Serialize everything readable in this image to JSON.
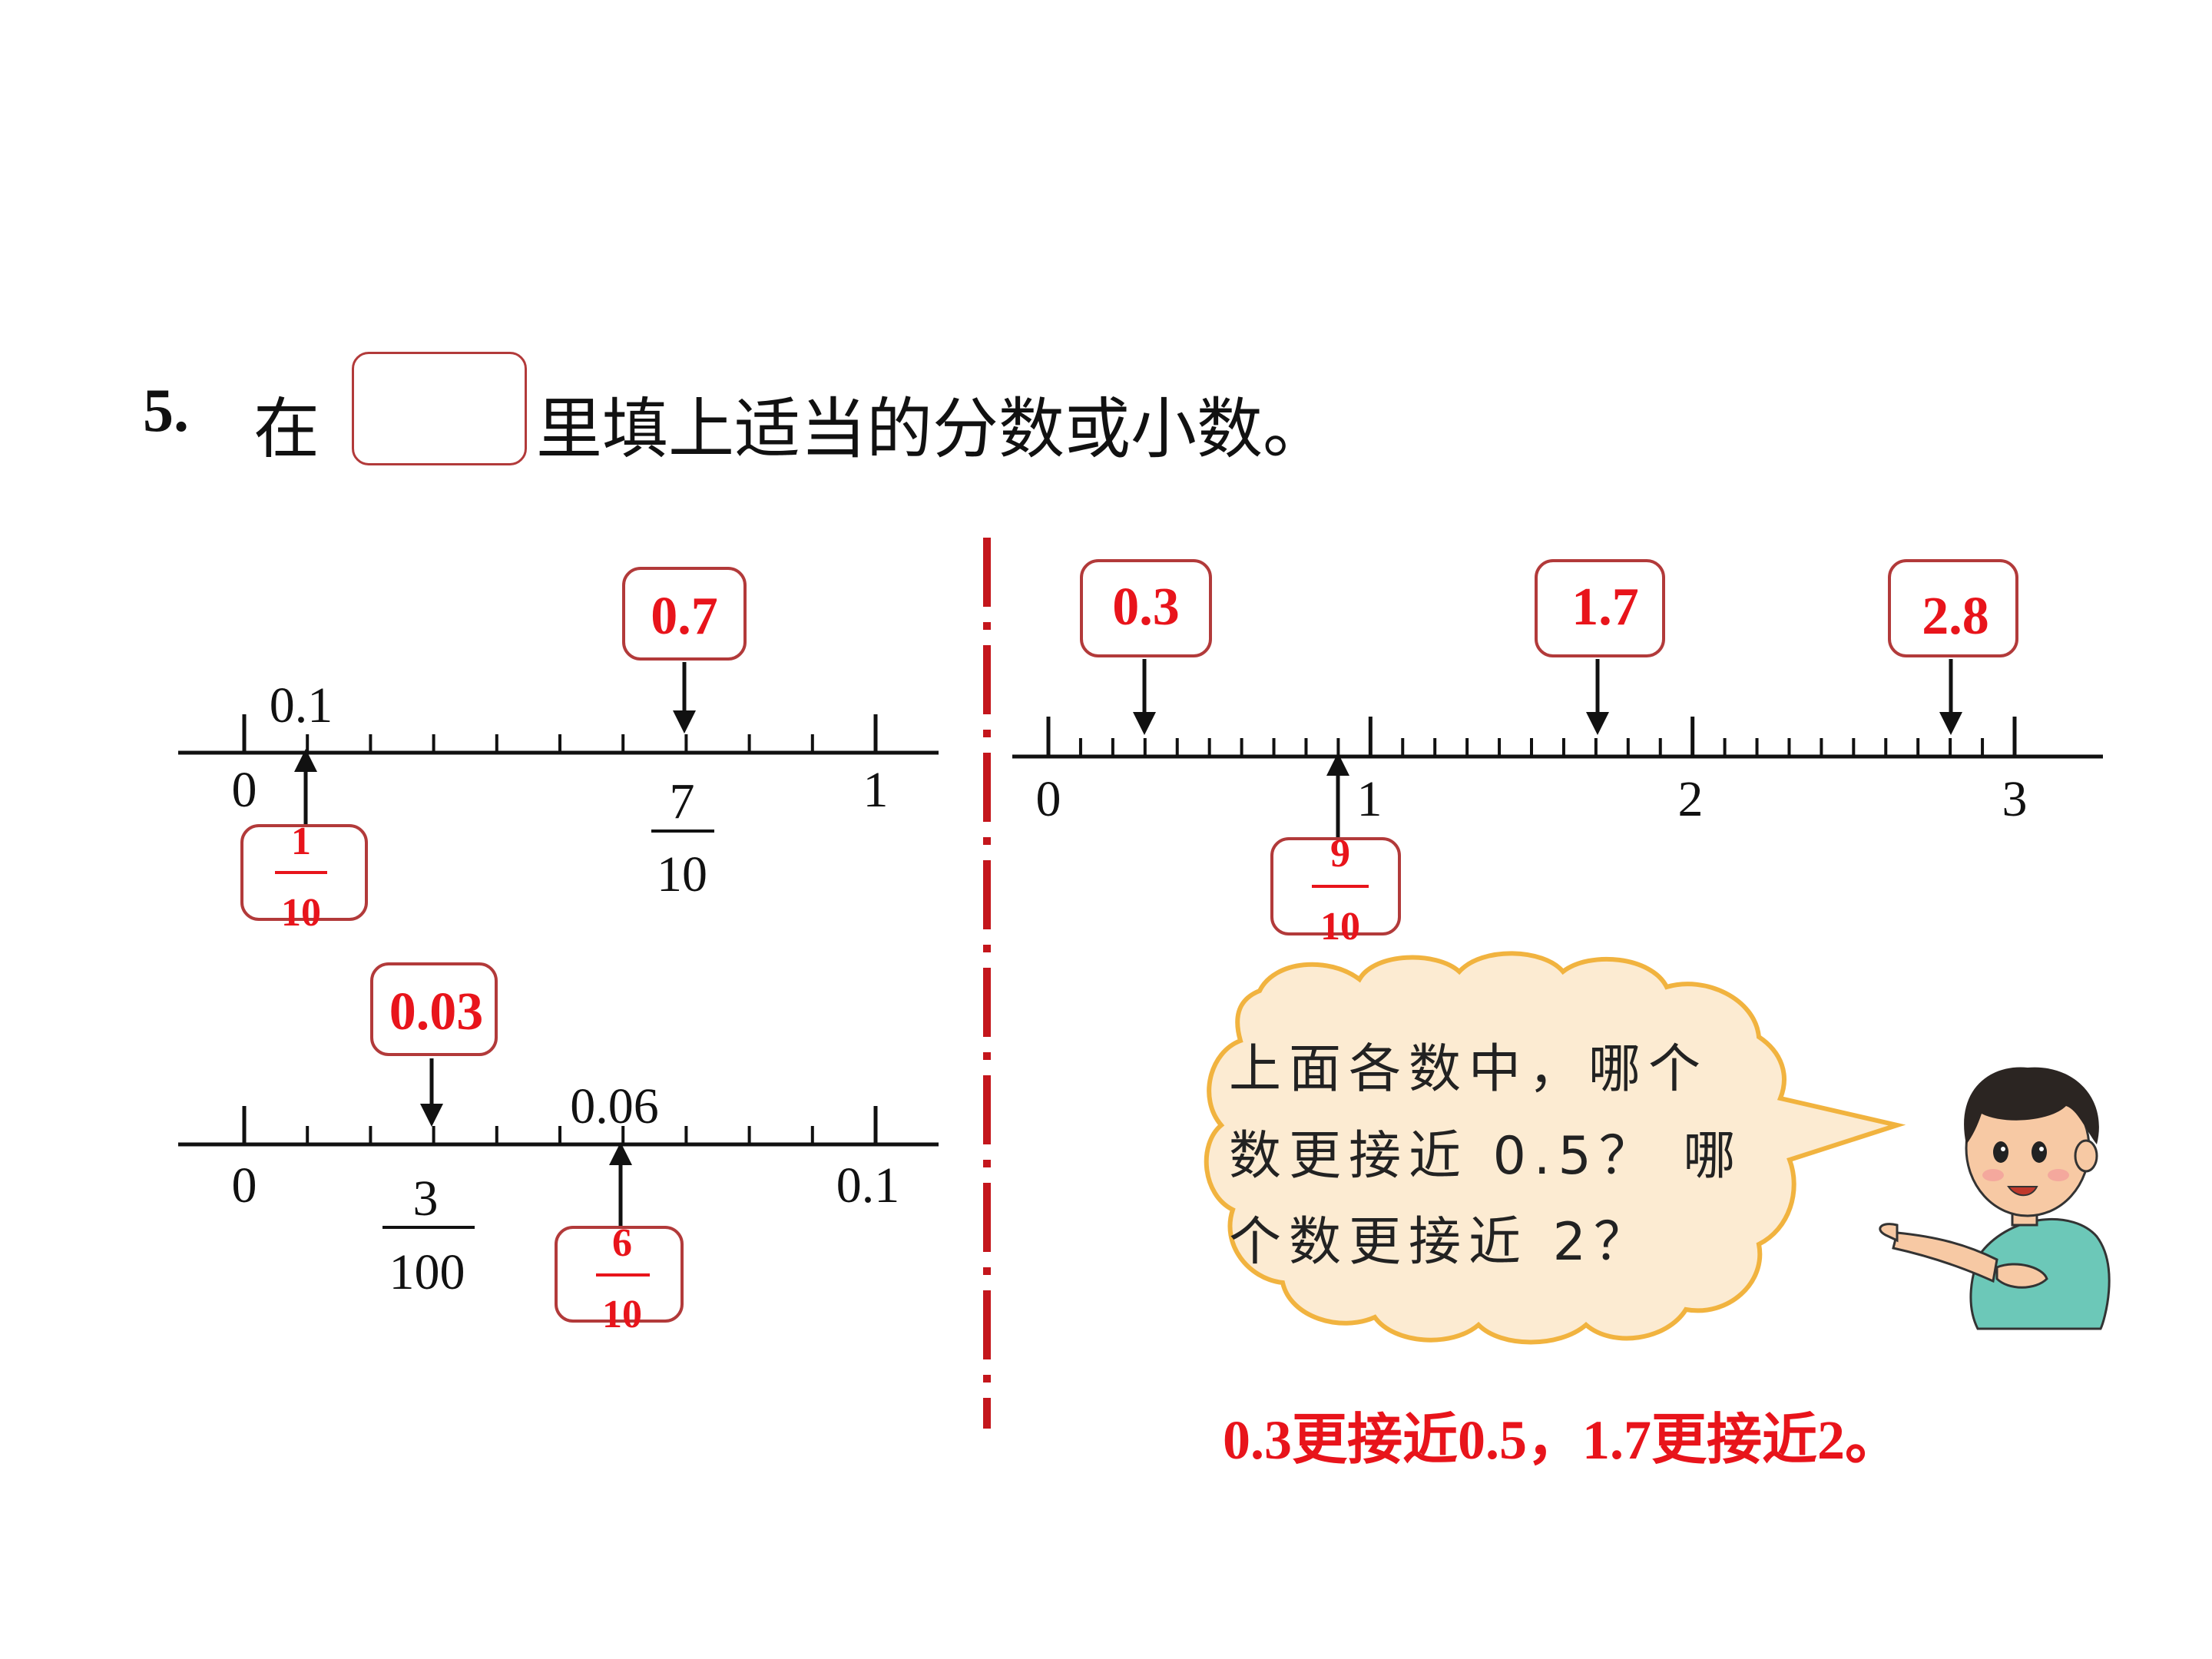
{
  "question": {
    "number": "5.",
    "text_before_box": "在",
    "text_after_box": "里填上适当的分数或小数。"
  },
  "colors": {
    "answer": "#e8141b",
    "box_border": "#b23a3a",
    "divider": "#c4161c",
    "bubble_fill": "#fcebd2",
    "bubble_stroke": "#f1b33f"
  },
  "number_lines": {
    "line1": {
      "scale_labels": [
        "0",
        "1"
      ],
      "printed_decimal": "0.1",
      "printed_fraction": {
        "num": "7",
        "den": "10"
      },
      "answer_decimal": "0.7",
      "answer_fraction": {
        "num": "1",
        "den": "10"
      }
    },
    "line2": {
      "scale_labels": [
        "0",
        "0.1"
      ],
      "printed_decimal": "0.06",
      "printed_fraction": {
        "num": "3",
        "den": "100"
      },
      "answer_decimal": "0.03",
      "answer_fraction": {
        "num": "6",
        "den": "10"
      }
    },
    "line3": {
      "scale_labels": [
        "0",
        "1",
        "2",
        "3"
      ],
      "answer_decimals": [
        "0.3",
        "1.7",
        "2.8"
      ],
      "answer_fraction": {
        "num": "9",
        "den": "10"
      }
    }
  },
  "speech_bubble": {
    "lines": [
      "上面各数中，哪个",
      "数更接近 0.5？ 哪",
      "个数更接近 2？"
    ]
  },
  "answer_text": "0.3更接近0.5，1.7更接近2。"
}
